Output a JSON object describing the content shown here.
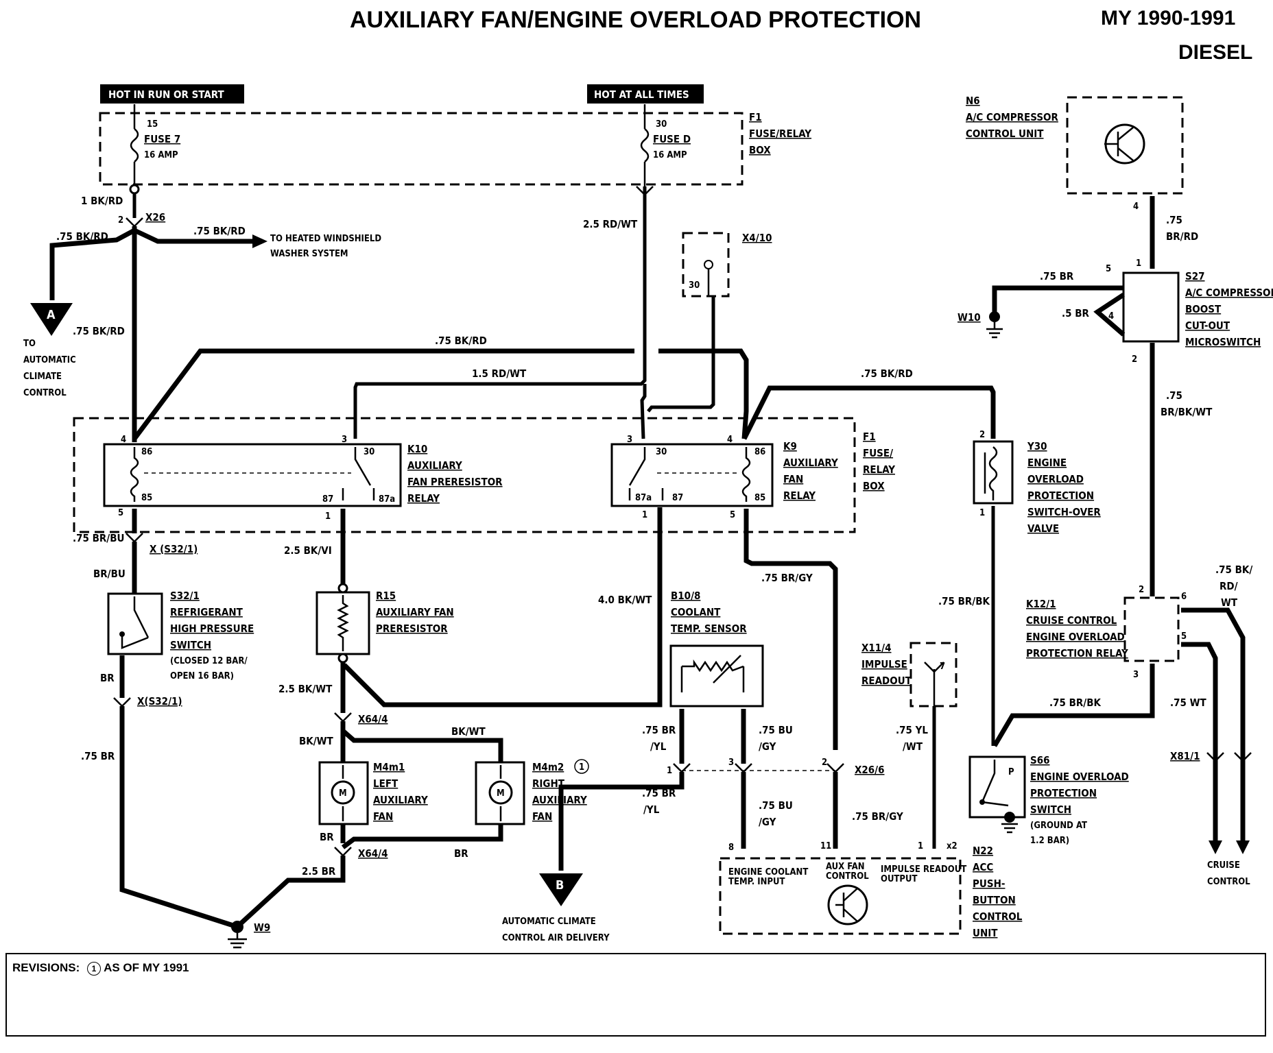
{
  "header": {
    "title": "AUXILIARY FAN/ENGINE OVERLOAD PROTECTION",
    "model_year": "MY 1990-1991",
    "engine": "DIESEL"
  },
  "bus": {
    "hot_run_start": "HOT IN RUN OR START",
    "hot_all_times": "HOT AT ALL TIMES"
  },
  "f1_top": {
    "id": "F1",
    "l1": "FUSE/RELAY",
    "l2": "BOX"
  },
  "fuse7": {
    "pin": "15",
    "name": "FUSE 7",
    "rating": "16 AMP"
  },
  "fused": {
    "pin": "30",
    "name": "FUSE D",
    "rating": "16 AMP"
  },
  "n6": {
    "id": "N6",
    "l1": "A/C COMPRESSOR",
    "l2": "CONTROL UNIT"
  },
  "x26": {
    "id": "X26",
    "pin": "2"
  },
  "x4": {
    "id": "X4/10",
    "pin": "30"
  },
  "s27": {
    "id": "S27",
    "l1": "A/C COMPRESSOR",
    "l2": "BOOST",
    "l3": "CUT-OUT",
    "l4": "MICROSWITCH"
  },
  "w10": "W10",
  "conn_a": {
    "letter": "A",
    "l1": "TO",
    "l2": "AUTOMATIC",
    "l3": "CLIMATE",
    "l4": "CONTROL"
  },
  "windshield": {
    "l1": "TO HEATED WINDSHIELD",
    "l2": "WASHER SYSTEM"
  },
  "k10": {
    "id": "K10",
    "l1": "AUXILIARY",
    "l2": "FAN PRERESISTOR",
    "l3": "RELAY",
    "p86": "86",
    "p85": "85",
    "p30": "30",
    "p87": "87",
    "p87a": "87a"
  },
  "k9": {
    "id": "K9",
    "l1": "AUXILIARY",
    "l2": "FAN",
    "l3": "RELAY",
    "p30": "30",
    "p86": "86",
    "p85": "85",
    "p87": "87",
    "p87a": "87a"
  },
  "f1_mid": {
    "id": "F1",
    "l1": "FUSE/",
    "l2": "RELAY",
    "l3": "BOX"
  },
  "y30": {
    "id": "Y30",
    "l1": "ENGINE",
    "l2": "OVERLOAD",
    "l3": "PROTECTION",
    "l4": "SWITCH-OVER",
    "l5": "VALVE"
  },
  "x32": {
    "id": "X (S32/1)",
    "id2": "X(S32/1)"
  },
  "s32": {
    "id": "S32/1",
    "l1": "REFRIGERANT",
    "l2": "HIGH PRESSURE",
    "l3": "SWITCH",
    "l4": "(CLOSED 12 BAR/",
    "l5": "OPEN 16 BAR)"
  },
  "r15": {
    "id": "R15",
    "l1": "AUXILIARY FAN",
    "l2": "PRERESISTOR"
  },
  "b10": {
    "id": "B10/8",
    "l1": "COOLANT",
    "l2": "TEMP. SENSOR"
  },
  "x11": {
    "id": "X11/4",
    "l1": "IMPULSE",
    "l2": "READOUT",
    "pin": "7"
  },
  "k12": {
    "id": "K12/1",
    "l1": "CRUISE CONTROL",
    "l2": "ENGINE OVERLOAD",
    "l3": "PROTECTION RELAY"
  },
  "x64": {
    "id": "X64/4"
  },
  "m4m1": {
    "id": "M4m1",
    "l1": "LEFT",
    "l2": "AUXILIARY",
    "l3": "FAN"
  },
  "m4m2": {
    "id": "M4m2",
    "note": "1",
    "l1": "RIGHT",
    "l2": "AUXILIARY",
    "l3": "FAN"
  },
  "x26_6": "X26/6",
  "s66": {
    "id": "S66",
    "l1": "ENGINE OVERLOAD",
    "l2": "PROTECTION",
    "l3": "SWITCH",
    "l4": "(GROUND AT",
    "l5": "1.2 BAR)",
    "p": "P"
  },
  "x81": "X81/1",
  "n22": {
    "id": "N22",
    "l1": "ACC",
    "l2": "PUSH-",
    "l3": "BUTTON",
    "l4": "CONTROL",
    "l5": "UNIT",
    "c1a": "ENGINE COOLANT",
    "c1b": "TEMP. INPUT",
    "c2a": "AUX FAN",
    "c2b": "CONTROL",
    "c3a": "IMPULSE READOUT",
    "c3b": "OUTPUT",
    "x2": "x2"
  },
  "w9": "W9",
  "conn_b": {
    "letter": "B",
    "l1": "AUTOMATIC CLIMATE",
    "l2": "CONTROL AIR DELIVERY"
  },
  "cruise": {
    "l1": "CRUISE",
    "l2": "CONTROL"
  },
  "pins": {
    "p1": "1",
    "p2": "2",
    "p3": "3",
    "p4": "4",
    "p5": "5",
    "p6": "6",
    "p8": "8",
    "p11": "11",
    "m": "M"
  },
  "wires": {
    "w1bkrd": "1 BK/RD",
    "w75bkrd": ".75 BK/RD",
    "w25rdwt": "2.5 RD/WT",
    "w15rdwt": "1.5 RD/WT",
    "w75br": ".75 BR",
    "w5br": ".5 BR",
    "w75brrd": ".75",
    "w75brrd2": "BR/RD",
    "w75brbkwt1": ".75",
    "w75brbkwt2": "BR/BK/WT",
    "w75brbu": ".75 BR/BU",
    "wbrbu": "BR/BU",
    "w25bkvi": "2.5 BK/VI",
    "w40bkwt": "4.0 BK/WT",
    "w75brgy": ".75 BR/GY",
    "w75brbk": ".75 BR/BK",
    "w75bkrdwt1": ".75 BK/",
    "w75bkrdwt2": "RD/",
    "w75bkrdwt3": "WT",
    "wbr": "BR",
    "w25bkwt": "2.5 BK/WT",
    "wbkwt": "BK/WT",
    "w75bryl1": ".75 BR",
    "w75bryl2": "/YL",
    "w75bugy1": ".75 BU",
    "w75bugy2": "/GY",
    "w75ylwt1": ".75 YL",
    "w75ylwt2": "/WT",
    "w75wt": ".75 WT",
    "w75brgy2": ".75 BR/GY",
    "w25br": "2.5 BR"
  },
  "revisions": {
    "label": "REVISIONS:",
    "mark": "1",
    "text": "AS OF MY 1991"
  }
}
